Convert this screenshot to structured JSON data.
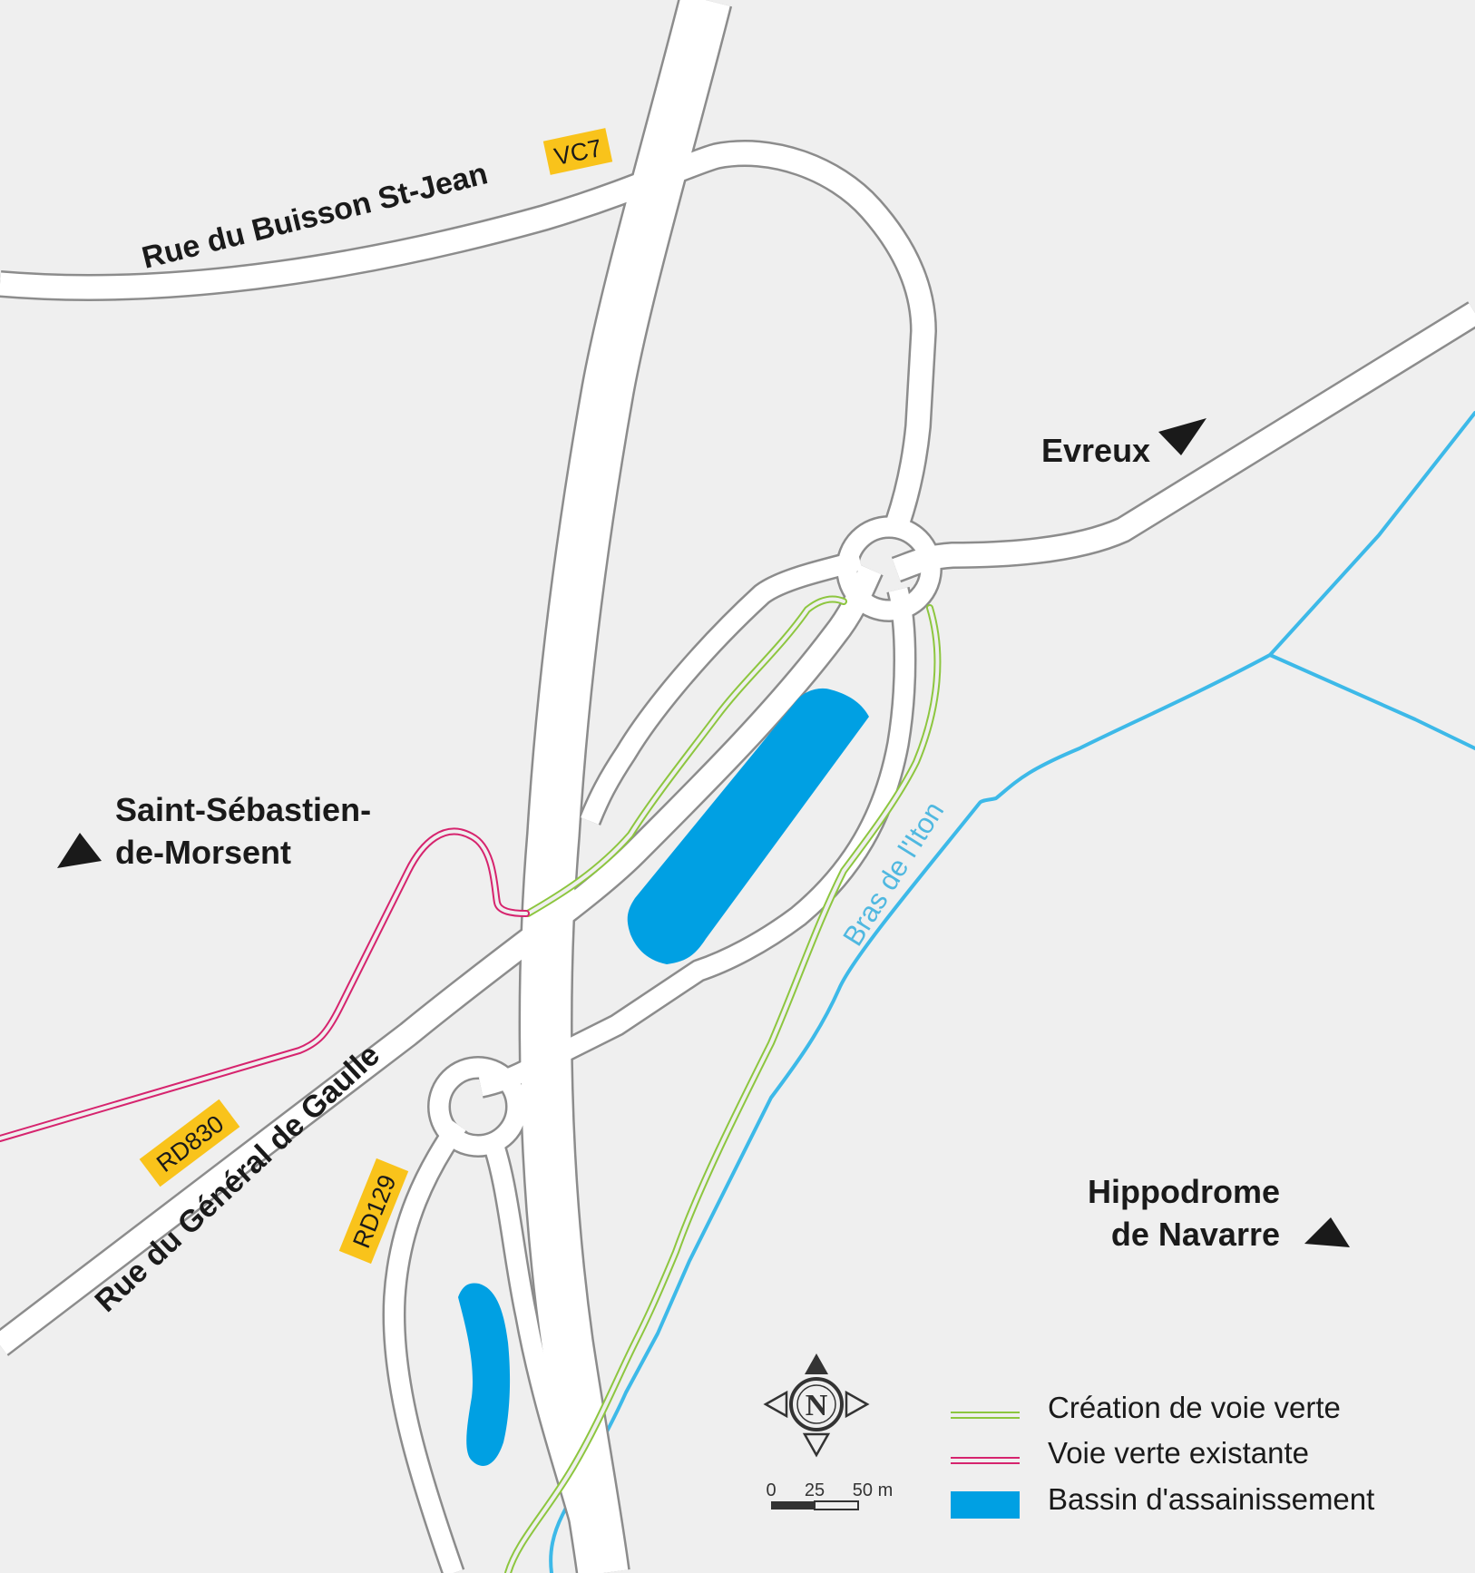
{
  "map": {
    "places": {
      "evreux": "Evreux",
      "saint_sebastien_line1": "Saint-Sébastien-",
      "saint_sebastien_line2": "de-Morsent",
      "hippodrome_line1": "Hippodrome",
      "hippodrome_line2": "de Navarre"
    },
    "streets": {
      "buisson": "Rue du Buisson St-Jean",
      "gaulle": "Rue du Général de Gaulle"
    },
    "road_badges": {
      "vc7": "VC7",
      "rd830": "RD830",
      "rd129": "RD129"
    },
    "river": "Bras de l'Iton",
    "compass": {
      "north": "N",
      "icon": "compass-rose-icon"
    },
    "scale": {
      "zero": "0",
      "mid": "25",
      "end": "50 m"
    },
    "legend": [
      {
        "label": "Création de voie verte",
        "symbol": "double-line",
        "color": "#8dc63f"
      },
      {
        "label": "Voie verte existante",
        "symbol": "double-line",
        "color": "#d6246e"
      },
      {
        "label": "Bassin d'assainissement",
        "symbol": "fill",
        "color": "#00a0e3"
      }
    ],
    "colors": {
      "background": "#efefef",
      "road_fill": "#ffffff",
      "road_edge": "#8c8c8c",
      "green_way_new": "#8dc63f",
      "green_way_existing": "#d6246e",
      "basin": "#00a0e3",
      "river": "#3db9e8",
      "badge": "#f9c31b"
    }
  }
}
